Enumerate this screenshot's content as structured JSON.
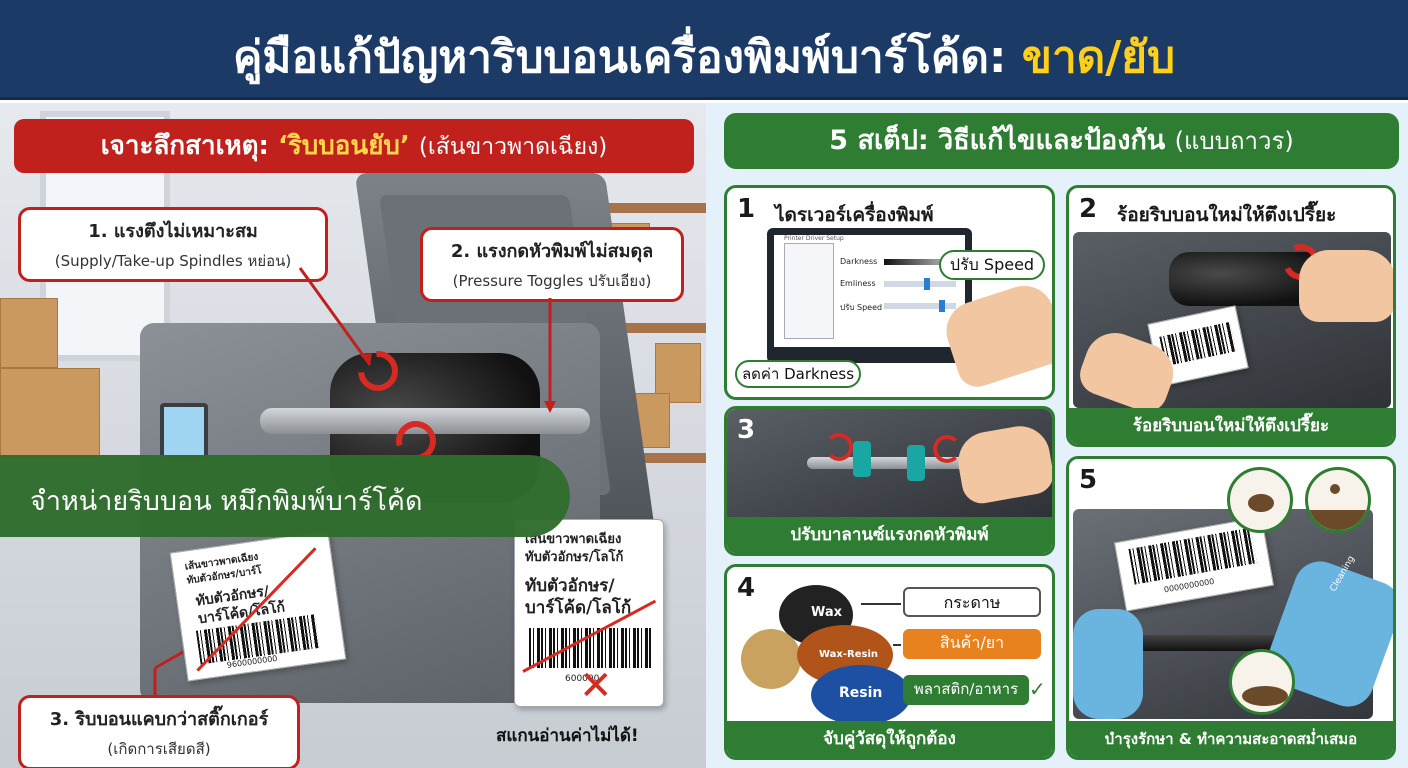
{
  "header": {
    "title_main": "คู่มือแก้ปัญหาริบบอนเครื่องพิมพ์บาร์โค้ด:",
    "title_accent": "ขาด/ยับ"
  },
  "causes": {
    "banner_prefix": "เจาะลึกสาเหตุ:",
    "banner_quote": "‘ริบบอนยับ’",
    "banner_suffix": "(เส้นขาวพาดเฉียง)",
    "cause1_title": "1. แรงตึงไม่เหมาะสม",
    "cause1_sub": "(Supply/Take-up Spindles หย่อน)",
    "cause2_title": "2. แรงกดหัวพิมพ์ไม่สมดุล",
    "cause2_sub": "(Pressure Toggles ปรับเอียง)",
    "cause3_title": "3. ริบบอนแคบกว่าสติ๊กเกอร์",
    "cause3_sub": "(เกิดการเสียดสี)",
    "label_small_line1": "เส้นขาวพาดเฉียง",
    "label_small_line2": "ทับตัวอักษร/บาร์โ",
    "label_small_line3": "ทับตัวอักษร/",
    "label_small_line4": "บาร์โค้ด/โลโก้",
    "label_small_code": "9600000000",
    "label_big_line1": "เส้นขาวพาดเฉียง",
    "label_big_line2": "ทับตัวอักษร/โลโก้",
    "label_big_line3": "ทับตัวอักษร/",
    "label_big_line4": "บาร์โค้ด/โลโก้",
    "label_big_code": "600000",
    "cant_scan": "สแกนอ่านค่าไม่ได้!"
  },
  "promo": {
    "text": "จำหน่ายริบบอน หมึกพิมพ์บาร์โค้ด"
  },
  "steps": {
    "banner_main": "5 สเต็ป: วิธีแก้ไขและป้องกัน",
    "banner_sub": "(แบบถาวร)",
    "step1": {
      "num": "1",
      "title": "ไดรเวอร์เครื่องพิมพ์",
      "win_title": "Printer Driver Setup",
      "row_darkness": "Darkness",
      "row_emliness": "Emliness",
      "row_speed": "ปรับ Speed",
      "bubble_speed": "ปรับ Speed",
      "bubble_darkness": "ลดค่า Darkness"
    },
    "step2": {
      "num": "2",
      "title": "ร้อยริบบอนใหม่ให้ตึงเปรี๊ยะ",
      "footer": "ร้อยริบบอนใหม่ให้ตึงเปรี๊ยะ"
    },
    "step3": {
      "num": "3",
      "footer": "ปรับบาลานซ์แรงกดหัวพิมพ์"
    },
    "step4": {
      "num": "4",
      "roll_wax": "Wax",
      "roll_wax_resin": "Wax-Resin",
      "roll_resin": "Resin",
      "target_paper": "กระดาษ",
      "target_product": "สินค้า/ยา",
      "target_plastic": "พลาสติก/อาหาร",
      "footer": "จับคู่วัสดุให้ถูกต้อง"
    },
    "step5": {
      "num": "5",
      "pen_label": "Cleaning",
      "code": "0000000000",
      "footer": "บำรุงรักษา & ทำความสะอาดสม่ำเสมอ"
    }
  },
  "colors": {
    "header_bg": "#1b3a66",
    "accent_yellow": "#ffcf1a",
    "cause_red": "#c0211d",
    "step_green": "#2e7d32",
    "promo_green": "#2f6d2c",
    "paper_box": "#ffffff",
    "product_box": "#e8821e",
    "plastic_box": "#2e7d32"
  }
}
